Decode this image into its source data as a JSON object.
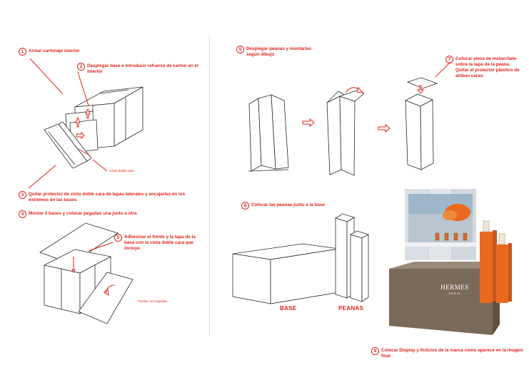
{
  "steps": [
    {
      "n": "1",
      "text": "Armar cartonaje interior"
    },
    {
      "n": "2",
      "text": "Desplegar base e introducir refuerzo de carton en el interior"
    },
    {
      "n": "3",
      "text": "Quitar protector de cinta doble cara de tapas laterales y encajarlas en los extremos de las bases."
    },
    {
      "n": "4",
      "text": "Montar 2 bases y colocar pegadas una junto a otra"
    },
    {
      "n": "5",
      "text": "Adhesivar el frente y la tapa de la base con la cinta doble cara que incluye."
    },
    {
      "n": "5",
      "text": "Desplegar peanas y montarlas según dibujo"
    },
    {
      "n": "7",
      "text": "Colocar pieza de metacrilato sobre la tapa de la peana. Quitar el protector plástico de ambas caras."
    },
    {
      "n": "8",
      "text": "Colocar las peanas junto a la base"
    },
    {
      "n": "9",
      "text": "Colocar Display y ficticios de la marca como aparece en la imagen final"
    }
  ],
  "labels": {
    "cinta": "Cinta doble cara",
    "frente": "Frente con logotipo",
    "base": "BASE",
    "peanas": "PEANAS",
    "brand": "HERMES",
    "brand_sub": "PARIS"
  },
  "colors": {
    "accent": "#e2231a",
    "line": "#2b2b2b",
    "counter": "#7a6a59",
    "orange": "#e96a1f"
  }
}
